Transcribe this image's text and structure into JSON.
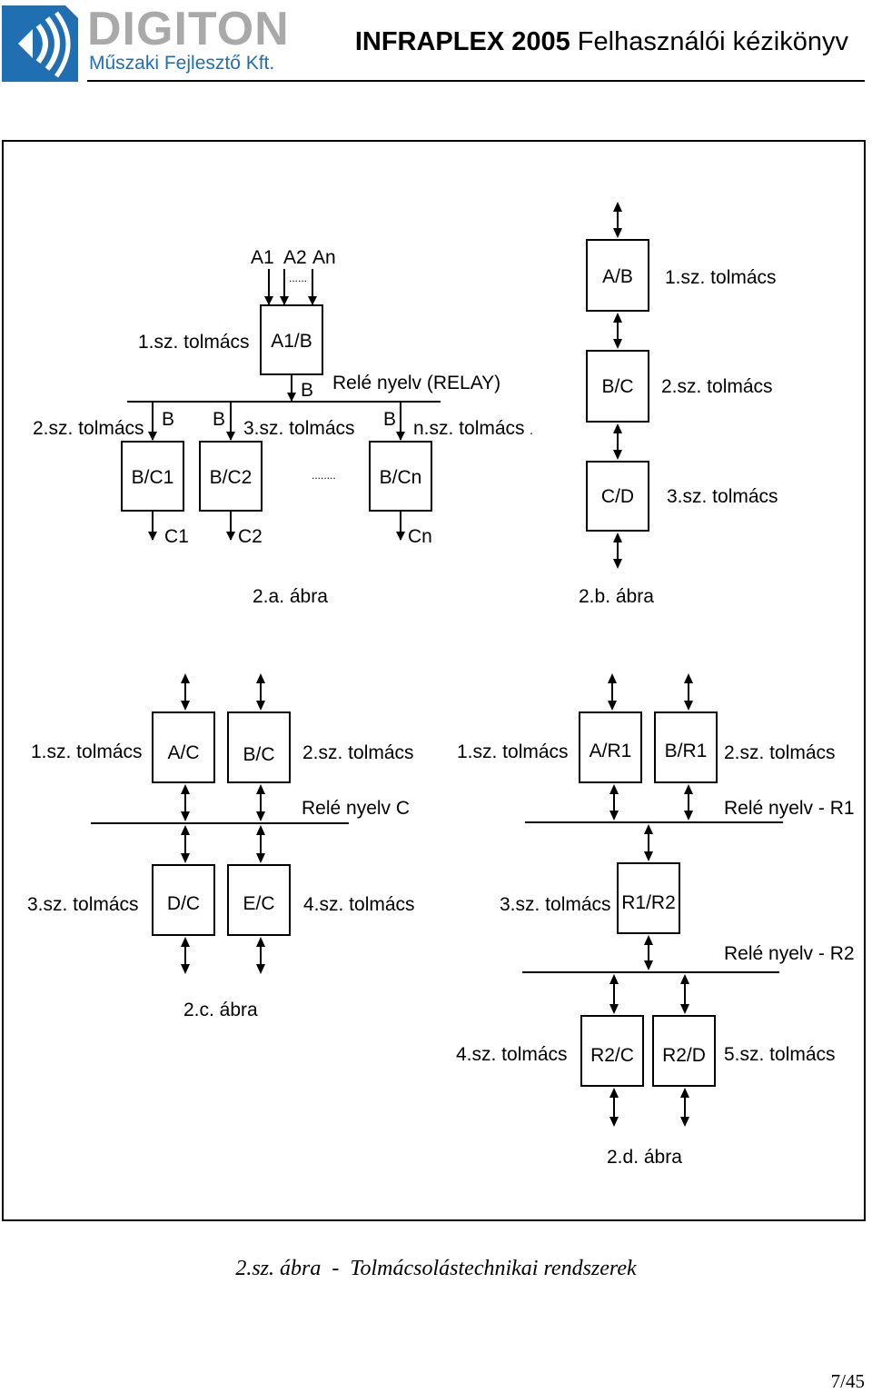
{
  "header": {
    "logo_name": "DIGITON",
    "logo_subtitle": "Műszaki Fejlesztő Kft.",
    "title_bold": "INFRAPLEX 2005",
    "title_rest": "Felhasználói kézikönyv",
    "brand_color": "#1f6fb2"
  },
  "diagram": {
    "a": {
      "in1": "A1",
      "in2": "A2",
      "in3": "An",
      "in_dots": "......",
      "int1": "1.sz. tolmács",
      "box_a1b": "A1/B",
      "out_b": "B",
      "relay_label": "Relé nyelv (RELAY)",
      "int2": "2.sz. tolmács",
      "int3": "3.sz. tolmács",
      "intn": "n.sz. tolmács",
      "tap1": "B",
      "tap2": "B",
      "tap3": "B",
      "tap_dot": ".",
      "box_bc1": "B/C1",
      "box_bc2": "B/C2",
      "box_bcn": "B/Cn",
      "box_dots": "........",
      "out_c1": "C1",
      "out_c2": "C2",
      "out_cn": "Cn",
      "caption": "2.a. ábra"
    },
    "b": {
      "box_ab": "A/B",
      "int1": "1.sz. tolmács",
      "box_bc": "B/C",
      "int2": "2.sz. tolmács",
      "box_cd": "C/D",
      "int3": "3.sz. tolmács",
      "caption": "2.b. ábra"
    },
    "c": {
      "int1": "1.sz. tolmács",
      "box_ac": "A/C",
      "box_bc": "B/C",
      "int2": "2.sz. tolmács",
      "relay": "Relé nyelv C",
      "int3": "3.sz. tolmács",
      "box_dc": "D/C",
      "box_ec": "E/C",
      "int4": "4.sz. tolmács",
      "caption": "2.c. ábra"
    },
    "d": {
      "int1": "1.sz. tolmács",
      "box_ar1": "A/R1",
      "box_br1": "B/R1",
      "int2": "2.sz. tolmács",
      "relay1": "Relé nyelv - R1",
      "int3": "3.sz. tolmács",
      "box_r1r2": "R1/R2",
      "relay2": "Relé nyelv - R2",
      "int4": "4.sz. tolmács",
      "box_r2c": "R2/C",
      "box_r2d": "R2/D",
      "int5": "5.sz. tolmács",
      "caption": "2.d. ábra"
    }
  },
  "figure_caption": {
    "label": "2.sz. ábra",
    "separator": "  -  ",
    "title": "Tolmácsolástechnikai rendszerek"
  },
  "page": {
    "number": "7/45"
  }
}
